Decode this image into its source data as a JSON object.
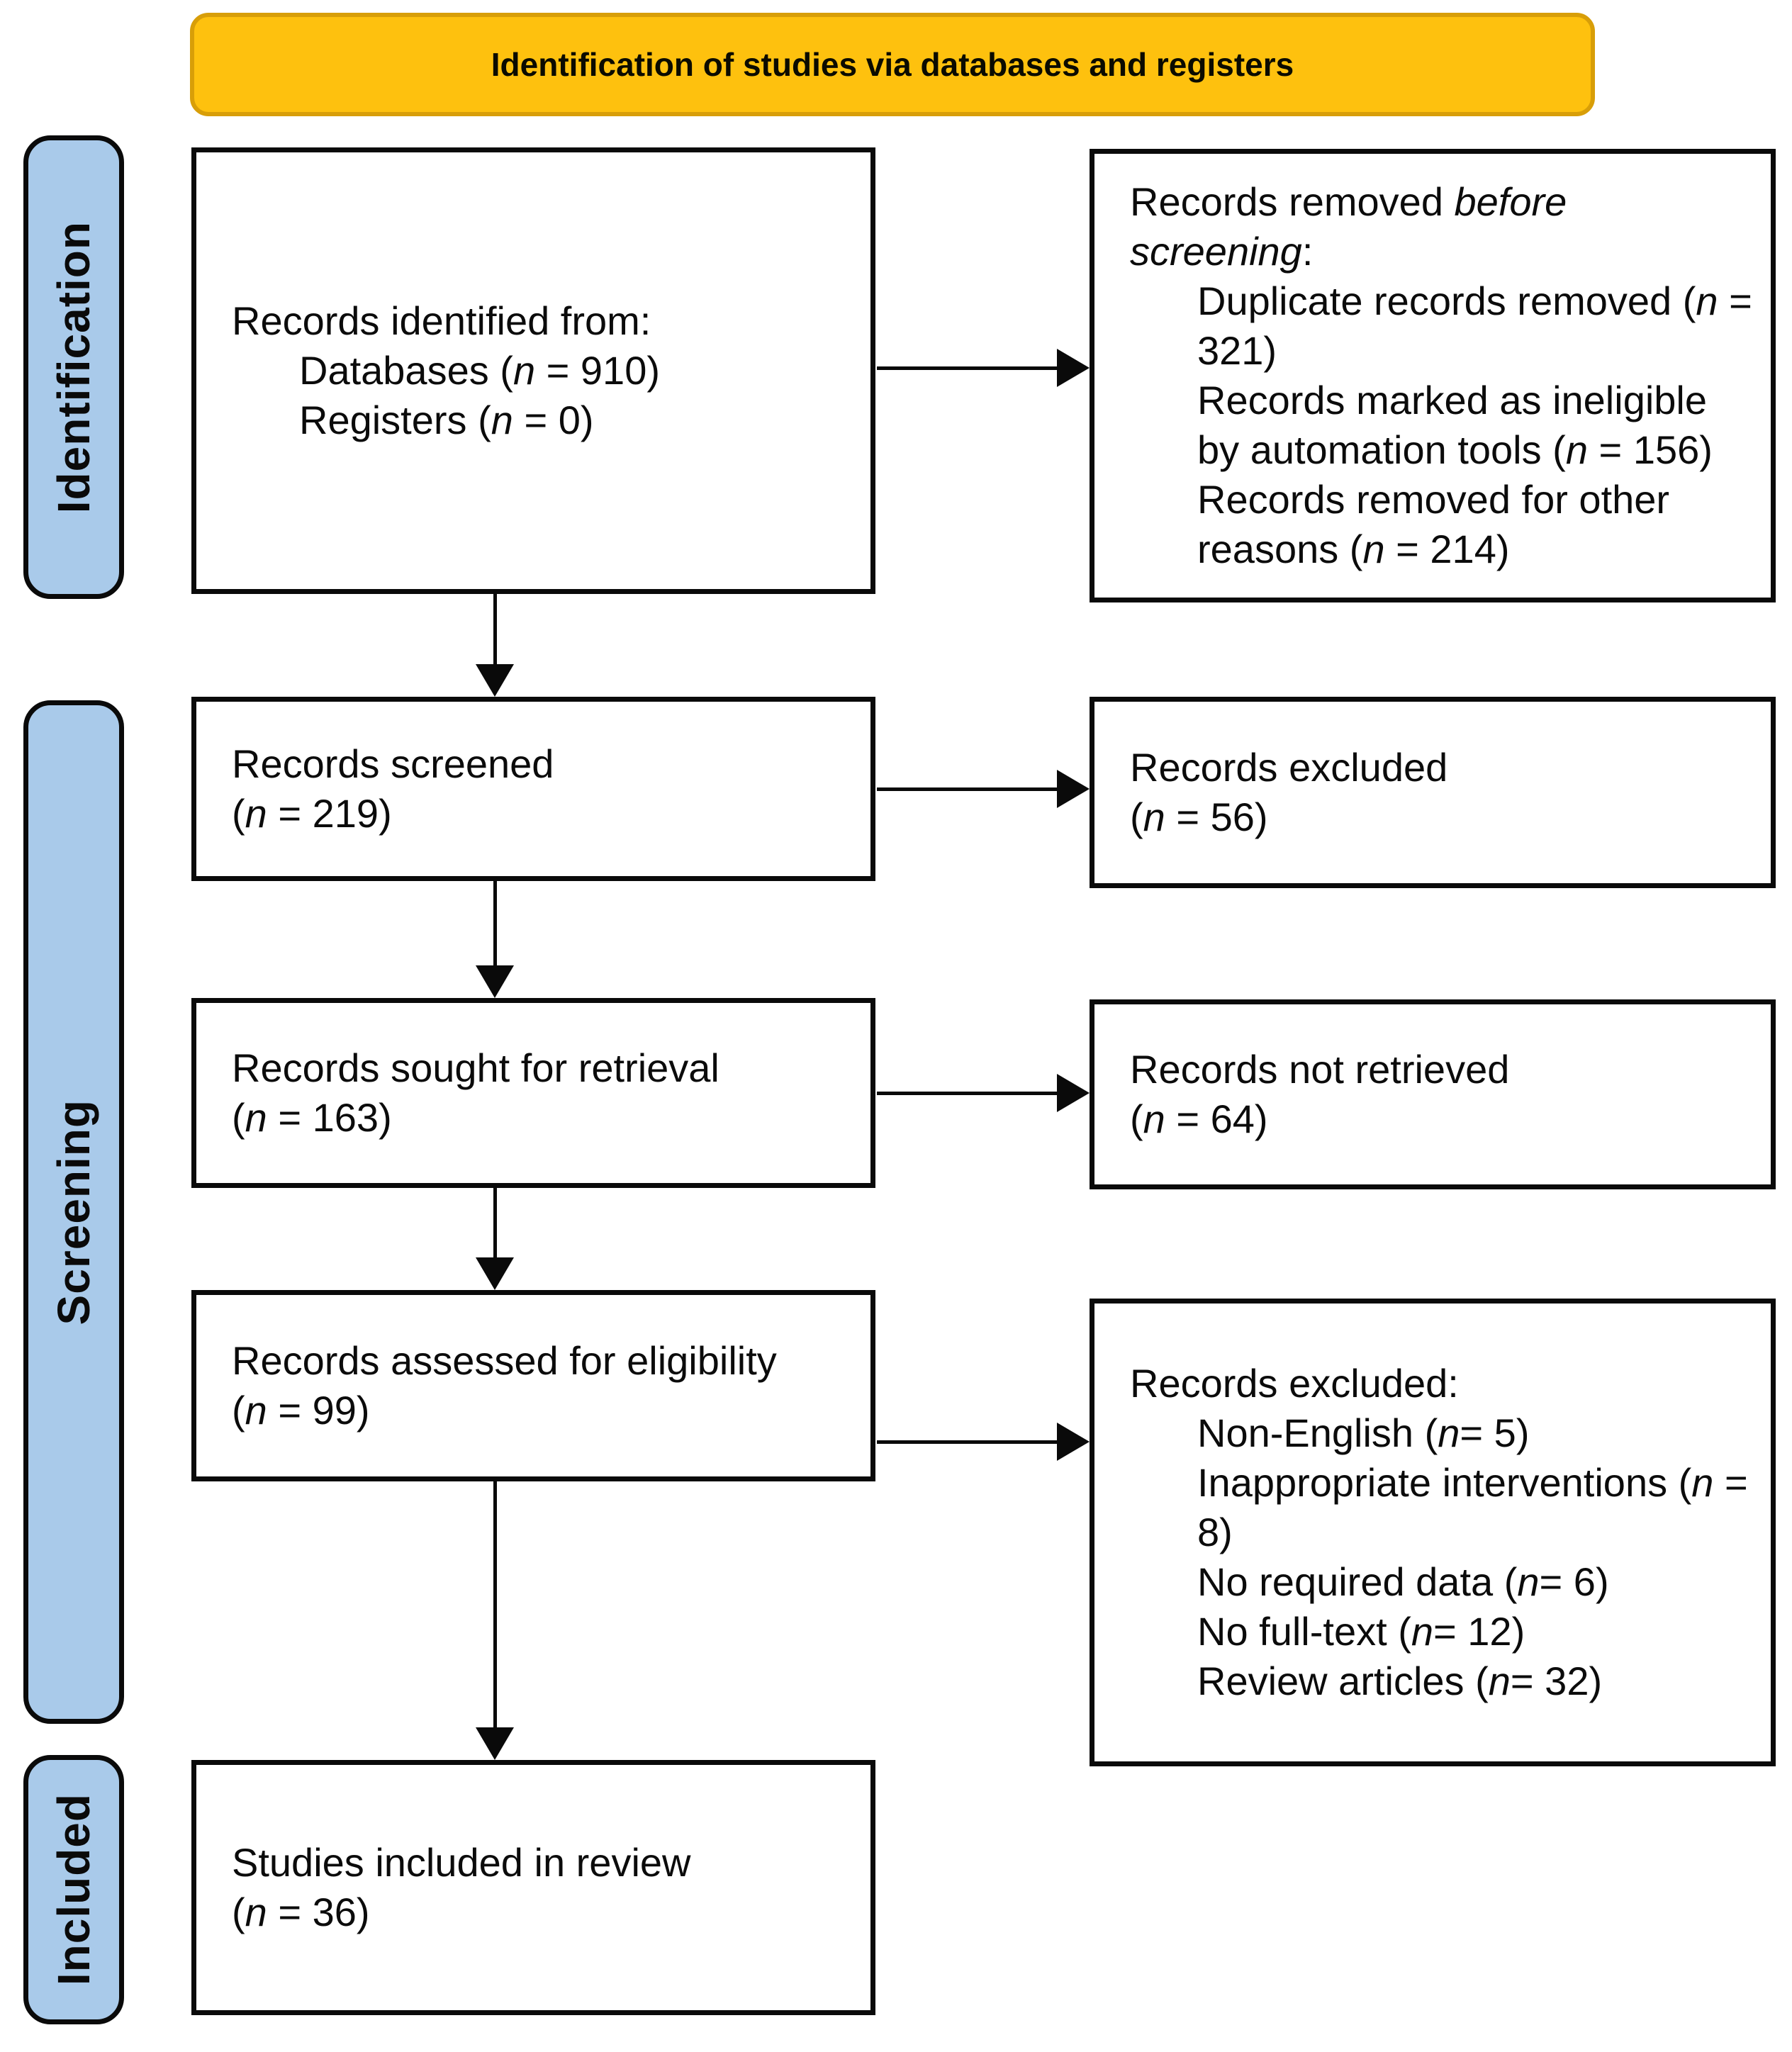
{
  "banner": {
    "title": "Identification of studies via databases and registers"
  },
  "sidebars": [
    {
      "label": "Identification"
    },
    {
      "label": "Screening"
    },
    {
      "label": "Included"
    }
  ],
  "boxes": {
    "identified": {
      "heading": "Records identified from:",
      "items": [
        "Databases (*n* = 910)",
        "Registers (*n* = 0)"
      ]
    },
    "removed_before_screening": {
      "heading": "Records removed *before screening*:",
      "items": [
        "Duplicate records removed (*n* = 321)",
        "Records marked as ineligible by automation tools (*n* = 156)",
        "Records removed for other reasons (*n* = 214)"
      ]
    },
    "screened": {
      "label": "Records screened",
      "count": "(*n* = 219)"
    },
    "excluded": {
      "label": "Records excluded",
      "count": "(*n* = 56)"
    },
    "sought": {
      "label": "Records sought for retrieval",
      "count": "(*n* = 163)"
    },
    "not_retrieved": {
      "label": "Records not retrieved",
      "count": "(*n* = 64)"
    },
    "assessed": {
      "label": "Records assessed for eligibility",
      "count": "(*n* = 99)"
    },
    "excluded_reasons": {
      "heading": "Records excluded:",
      "items": [
        "Non-English (*n*= 5)",
        "Inappropriate interventions (*n* = 8)",
        "No required data (*n*= 6)",
        "No full-text (*n*= 12)",
        "Review articles (*n*= 32)"
      ]
    },
    "included_studies": {
      "label": "Studies included in review",
      "count": "(*n* = 36)"
    }
  },
  "colors": {
    "banner_fill": "#fec10e",
    "banner_border": "#d89e08",
    "sidebar_fill": "#a9caea"
  }
}
